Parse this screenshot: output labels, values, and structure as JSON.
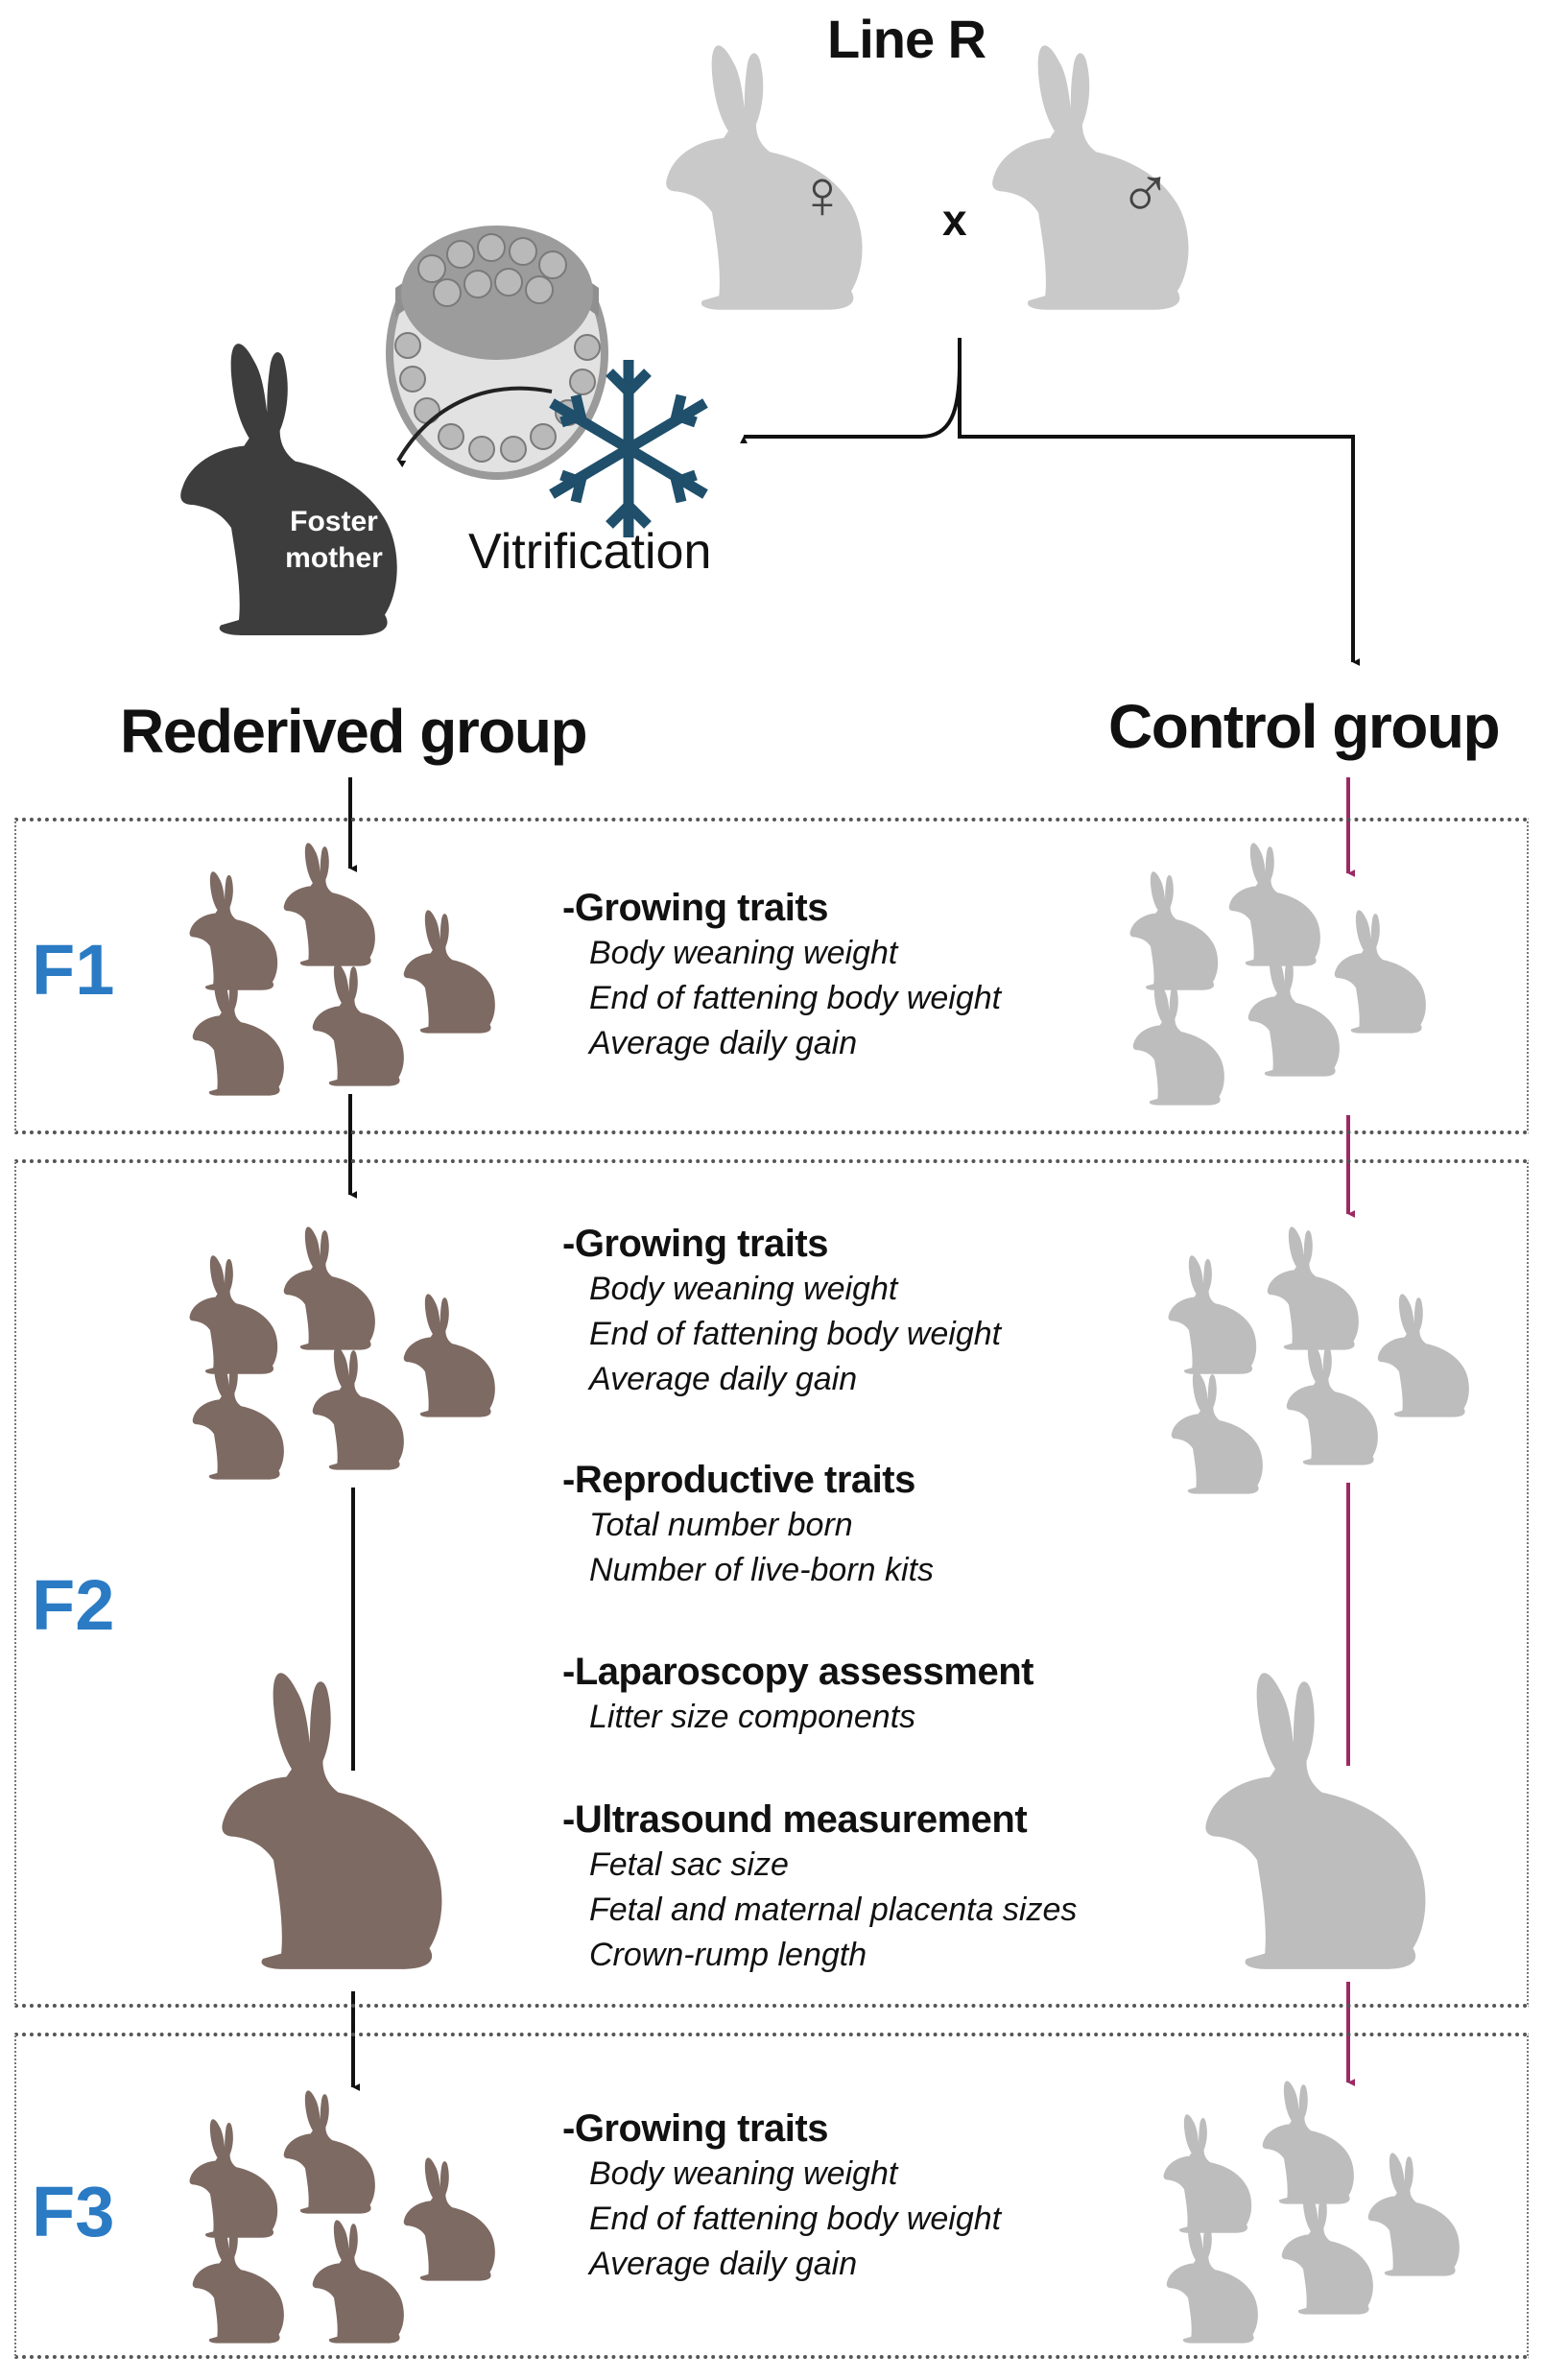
{
  "header": {
    "title": "Line R",
    "cross_symbol": "x",
    "female_symbol": "♀",
    "male_symbol": "♂"
  },
  "rederivation": {
    "foster_line1": "Foster",
    "foster_line2": "mother",
    "vitrification_label": "Vitrification",
    "icons": [
      "embryo-icon",
      "snowflake-icon",
      "rabbit-silhouette-icon"
    ]
  },
  "groups": {
    "rederived": "Rederived group",
    "control": "Control group"
  },
  "colors": {
    "generation_label": "#2b7bc4",
    "rederived_arrow": "#111111",
    "control_arrow": "#9b2a64",
    "snowflake": "#1f4f6b",
    "rederived_rabbit": "#7d6a62",
    "control_rabbit": "#bdbdbd",
    "foster_mother": "#3d3d3d"
  },
  "generations": [
    {
      "label": "F1",
      "traits": [
        {
          "heading": "-Growing traits",
          "items": [
            "Body weaning weight",
            "End of fattening body weight",
            "Average daily gain"
          ]
        }
      ]
    },
    {
      "label": "F2",
      "traits": [
        {
          "heading": "-Growing traits",
          "items": [
            "Body weaning weight",
            "End of fattening body weight",
            "Average daily gain"
          ]
        },
        {
          "heading": "-Reproductive traits",
          "items": [
            "Total number born",
            "Number of live-born kits"
          ]
        },
        {
          "heading": "-Laparoscopy assessment",
          "items": [
            "Litter size components"
          ]
        },
        {
          "heading": "-Ultrasound measurement",
          "items": [
            "Fetal sac size",
            "Fetal and maternal placenta sizes",
            "Crown-rump length"
          ]
        }
      ]
    },
    {
      "label": "F3",
      "traits": [
        {
          "heading": "-Growing traits",
          "items": [
            "Body weaning weight",
            "End of fattening body weight",
            "Average daily gain"
          ]
        }
      ]
    }
  ]
}
